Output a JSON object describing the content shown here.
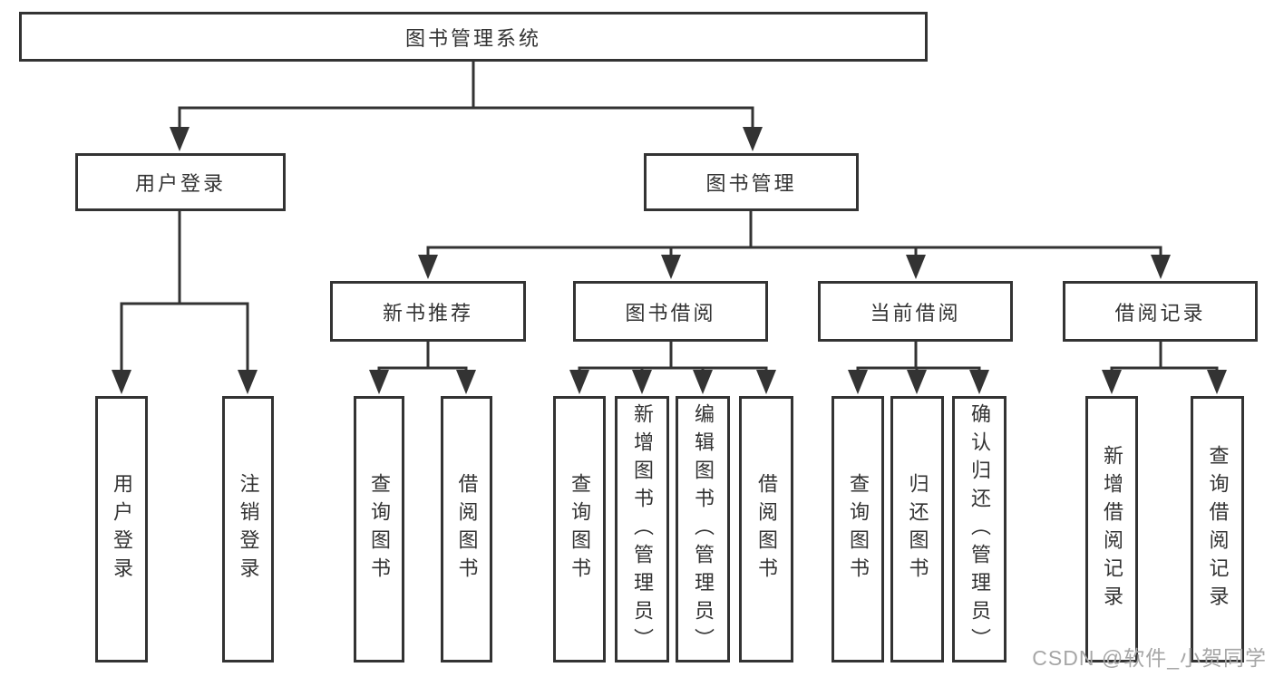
{
  "colors": {
    "line": "#333333",
    "box_border": "#333333",
    "text": "#333333",
    "watermark": "#a6a6a6",
    "background": "#ffffff"
  },
  "watermark": "CSDN @软件_小贺同学",
  "tree": {
    "label": "图书管理系统",
    "children": [
      {
        "label": "用户登录",
        "children": [
          {
            "label": "用户登录"
          },
          {
            "label": "注销登录"
          }
        ]
      },
      {
        "label": "图书管理",
        "children": [
          {
            "label": "新书推荐",
            "children": [
              {
                "label": "查询图书"
              },
              {
                "label": "借阅图书"
              }
            ]
          },
          {
            "label": "图书借阅",
            "children": [
              {
                "label": "查询图书"
              },
              {
                "label": "新增图书（管理员）"
              },
              {
                "label": "编辑图书（管理员）"
              },
              {
                "label": "借阅图书"
              }
            ]
          },
          {
            "label": "当前借阅",
            "children": [
              {
                "label": "查询图书"
              },
              {
                "label": "归还图书"
              },
              {
                "label": "确认归还（管理员）"
              }
            ]
          },
          {
            "label": "借阅记录",
            "children": [
              {
                "label": "新增借阅记录"
              },
              {
                "label": "查询借阅记录"
              }
            ]
          }
        ]
      }
    ]
  }
}
